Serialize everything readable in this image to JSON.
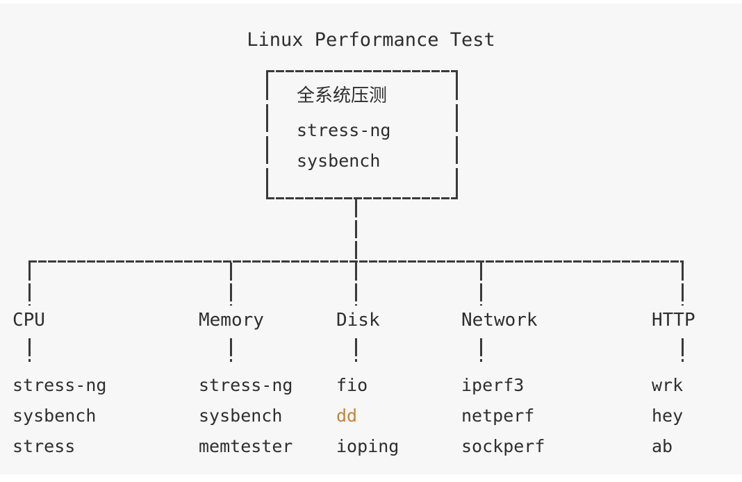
{
  "title": "Linux Performance Test",
  "colors": {
    "background": "#f7f7f7",
    "text": "#2e2e2e",
    "line": "#3a3a3a",
    "accent": "#c8823a"
  },
  "root": {
    "name": "全系统压测",
    "tools": [
      "stress-ng",
      "sysbench"
    ]
  },
  "columns": [
    {
      "label": "CPU",
      "items": [
        {
          "text": "stress-ng",
          "accent": false
        },
        {
          "text": "sysbench",
          "accent": false
        },
        {
          "text": "stress",
          "accent": false
        }
      ]
    },
    {
      "label": "Memory",
      "items": [
        {
          "text": "stress-ng",
          "accent": false
        },
        {
          "text": "sysbench",
          "accent": false
        },
        {
          "text": "memtester",
          "accent": false
        }
      ]
    },
    {
      "label": "Disk",
      "items": [
        {
          "text": "fio",
          "accent": false
        },
        {
          "text": "dd",
          "accent": true
        },
        {
          "text": "ioping",
          "accent": false
        }
      ]
    },
    {
      "label": "Network",
      "items": [
        {
          "text": "iperf3",
          "accent": false
        },
        {
          "text": "netperf",
          "accent": false
        },
        {
          "text": "sockperf",
          "accent": false
        }
      ]
    },
    {
      "label": "HTTP",
      "items": [
        {
          "text": "wrk",
          "accent": false
        },
        {
          "text": "hey",
          "accent": false
        },
        {
          "text": "ab",
          "accent": false
        }
      ]
    }
  ]
}
